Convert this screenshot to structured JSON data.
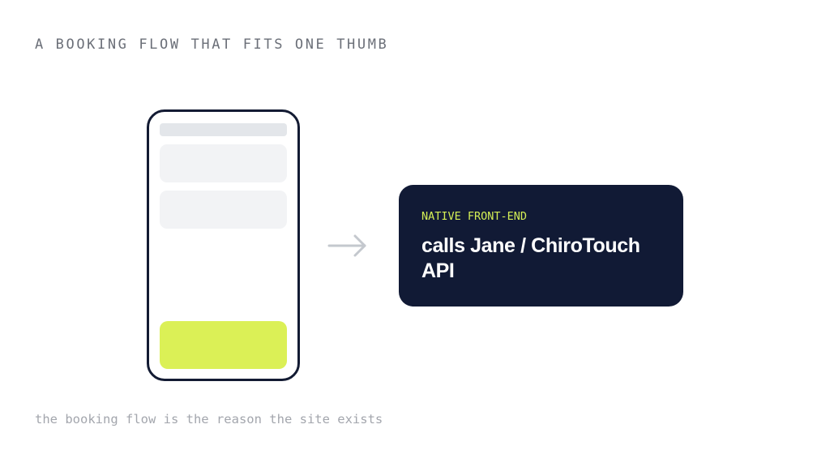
{
  "heading": "A BOOKING FLOW THAT FITS ONE THUMB",
  "phone_mockup": {
    "icon": "phone-mockup"
  },
  "arrow": {
    "icon": "right-arrow-icon"
  },
  "panel": {
    "label": "NATIVE FRONT-END",
    "title": "calls Jane / ChiroTouch API"
  },
  "caption": "the booking flow is the reason the site exists",
  "colors": {
    "dark_navy": "#111a35",
    "accent_lime": "#dbf056",
    "label_lime": "#d4ef55",
    "heading_gray": "#6b6f78",
    "caption_gray": "#a3a6ad",
    "arrow_gray": "#c4c8ce"
  }
}
